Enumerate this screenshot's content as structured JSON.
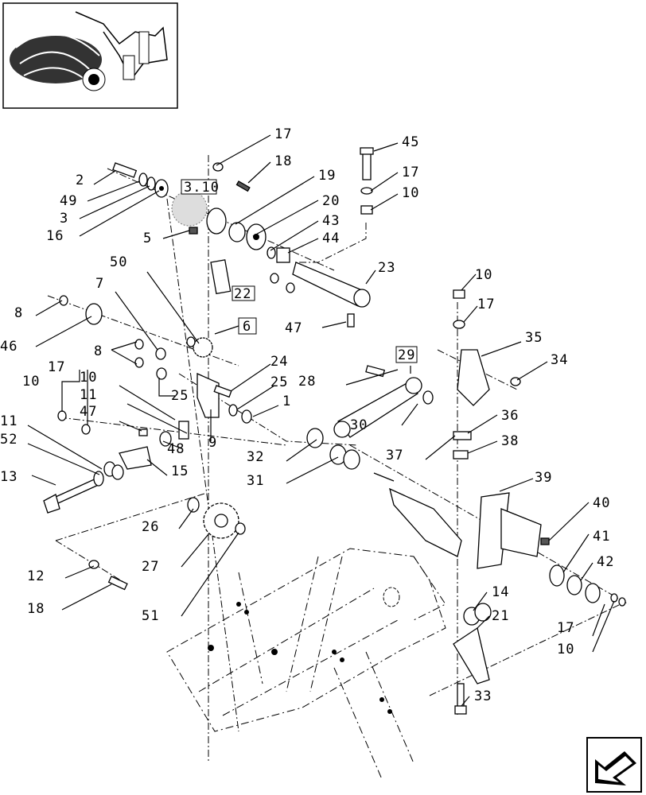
{
  "labels": {
    "l17a": "17",
    "l18a": "18",
    "l2": "2",
    "l49": "49",
    "l3": "3",
    "l16": "16",
    "l5": "5",
    "l19": "19",
    "l20": "20",
    "l43": "43",
    "l44": "44",
    "l45": "45",
    "l17b": "17",
    "l10a": "10",
    "l23": "23",
    "l50": "50",
    "l7": "7",
    "l8a": "8",
    "l46": "46",
    "l8b": "8",
    "l47a": "47",
    "l10b": "10",
    "l17c": "17",
    "l35": "35",
    "l34": "34",
    "l29": "29",
    "l28": "28",
    "l24": "24",
    "l25a": "25",
    "l25b": "25",
    "l1": "1",
    "l10c": "10",
    "l17d": "17",
    "l10d": "10",
    "l11a": "11",
    "l47b": "47",
    "l11b": "11",
    "l52": "52",
    "l13": "13",
    "l48": "48",
    "l9": "9",
    "l15": "15",
    "l30": "30",
    "l36": "36",
    "l38": "38",
    "l32": "32",
    "l37": "37",
    "l31": "31",
    "l39": "39",
    "l40": "40",
    "l41": "41",
    "l42": "42",
    "l26": "26",
    "l27": "27",
    "l12": "12",
    "l18b": "18",
    "l51": "51",
    "l14": "14",
    "l21": "21",
    "l17e": "17",
    "l10e": "10",
    "l33": "33"
  },
  "boxed_refs": {
    "b310": "3.10",
    "b22": "22",
    "b6": "6",
    "b29": "29"
  }
}
